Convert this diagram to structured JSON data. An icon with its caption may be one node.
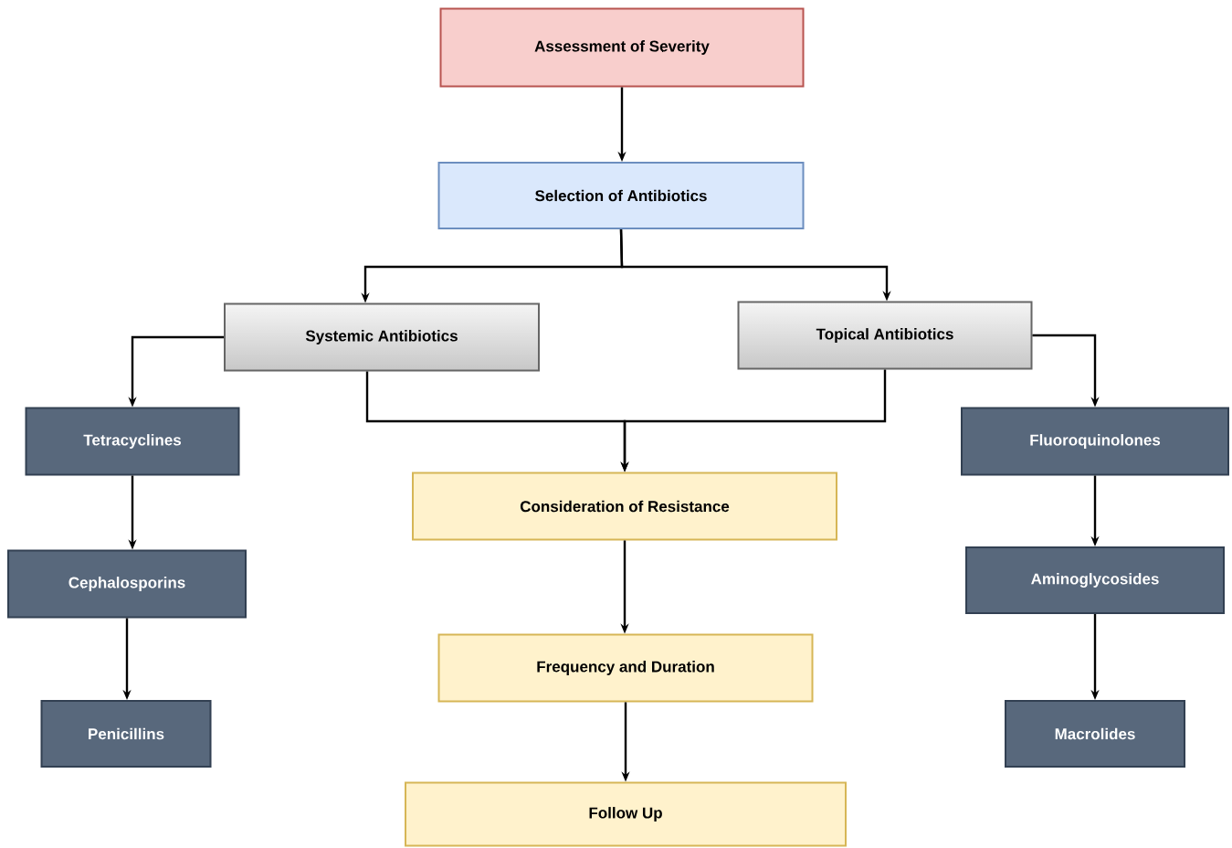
{
  "diagram": {
    "nodes": [
      {
        "text": [
          "Assessment of Severity"
        ]
      },
      {
        "text": [
          "Selection of Antibiotics"
        ]
      },
      {
        "text": [
          "Systemic Antibiotics"
        ]
      },
      {
        "text": [
          "Topical Antibiotics"
        ]
      },
      {
        "text": [
          "Tetracyclines"
        ]
      },
      {
        "text": [
          "Cephalosporins"
        ]
      },
      {
        "text": [
          "Penicillins"
        ]
      },
      {
        "text": [
          "Consideration of Resistance"
        ]
      },
      {
        "text": [
          "Frequency and Duration"
        ]
      },
      {
        "text": [
          "Follow Up"
        ]
      },
      {
        "text": [
          "Fluoroquinolones"
        ]
      },
      {
        "text": [
          "Aminoglycosides"
        ]
      },
      {
        "text": [
          "Macrolides"
        ]
      }
    ],
    "edges": [
      {
        "from": 0,
        "to": 1,
        "arrow": "to"
      },
      {
        "from": 1,
        "to": 2,
        "arrow": "to"
      },
      {
        "from": 1,
        "to": 3,
        "arrow": "to"
      },
      {
        "from": 2,
        "to": 4,
        "arrow": "to"
      },
      {
        "from": 4,
        "to": 5,
        "arrow": "to"
      },
      {
        "from": 5,
        "to": 6,
        "arrow": "to"
      },
      {
        "from": 2,
        "to": 7,
        "arrow": "to"
      },
      {
        "from": 3,
        "to": 7,
        "arrow": "to"
      },
      {
        "from": 3,
        "to": 10,
        "arrow": "to"
      },
      {
        "from": 10,
        "to": 11,
        "arrow": "to"
      },
      {
        "from": 11,
        "to": 12,
        "arrow": "to"
      },
      {
        "from": 7,
        "to": 8,
        "arrow": "to"
      },
      {
        "from": 8,
        "to": 9,
        "arrow": "to"
      }
    ]
  }
}
